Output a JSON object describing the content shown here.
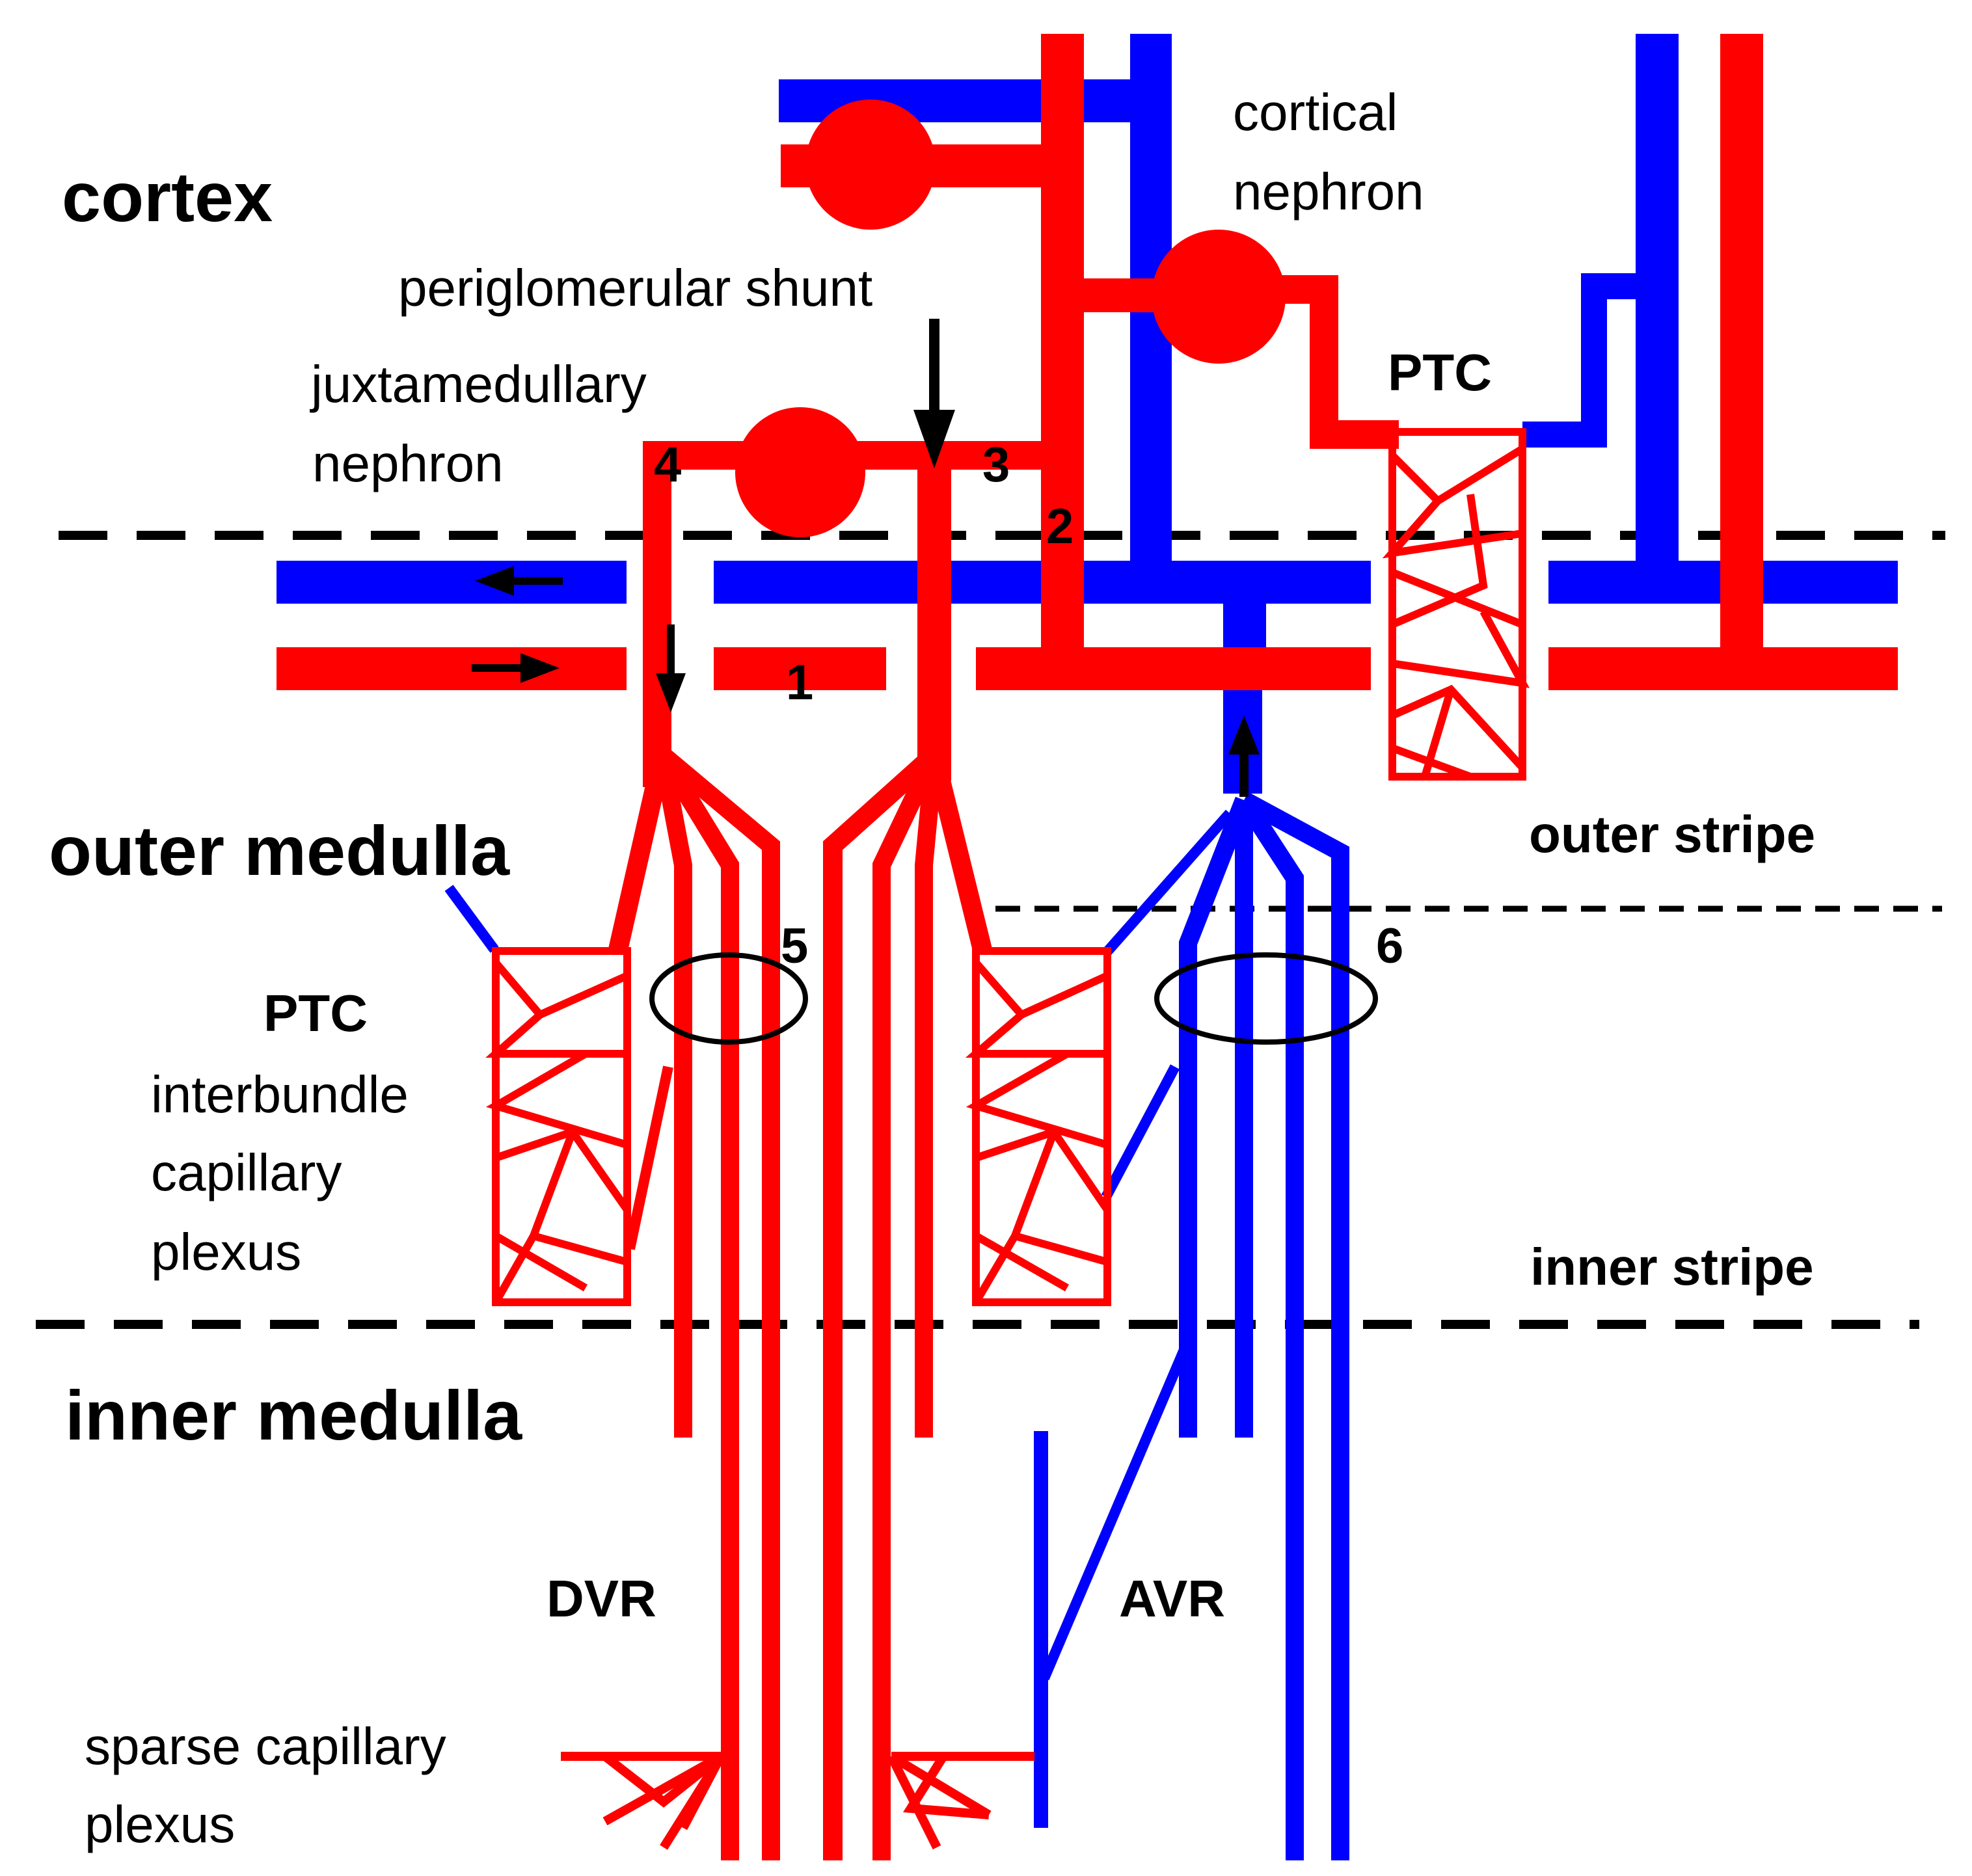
{
  "colors": {
    "artery": "#ff0000",
    "vein": "#0000ff",
    "marker": "#000000",
    "background": "#ffffff"
  },
  "regions": {
    "cortex": "cortex",
    "outer_medulla": "outer medulla",
    "inner_medulla": "inner medulla",
    "outer_stripe": "outer stripe",
    "inner_stripe": "inner stripe"
  },
  "labels": {
    "cortical_nephron": [
      "cortical",
      "nephron"
    ],
    "periglomerular_shunt": "periglomerular shunt",
    "juxtamedullary_nephron": [
      "juxtamedullary",
      "nephron"
    ],
    "ptc_cortex": "PTC",
    "ptc_medulla": "PTC",
    "interbundle_plexus": [
      "interbundle",
      "capillary",
      "plexus"
    ],
    "dvr": "DVR",
    "avr": "AVR",
    "sparse_plexus": [
      "sparse capillary",
      "plexus"
    ]
  },
  "markers": [
    "1",
    "2",
    "3",
    "4",
    "5",
    "6"
  ]
}
